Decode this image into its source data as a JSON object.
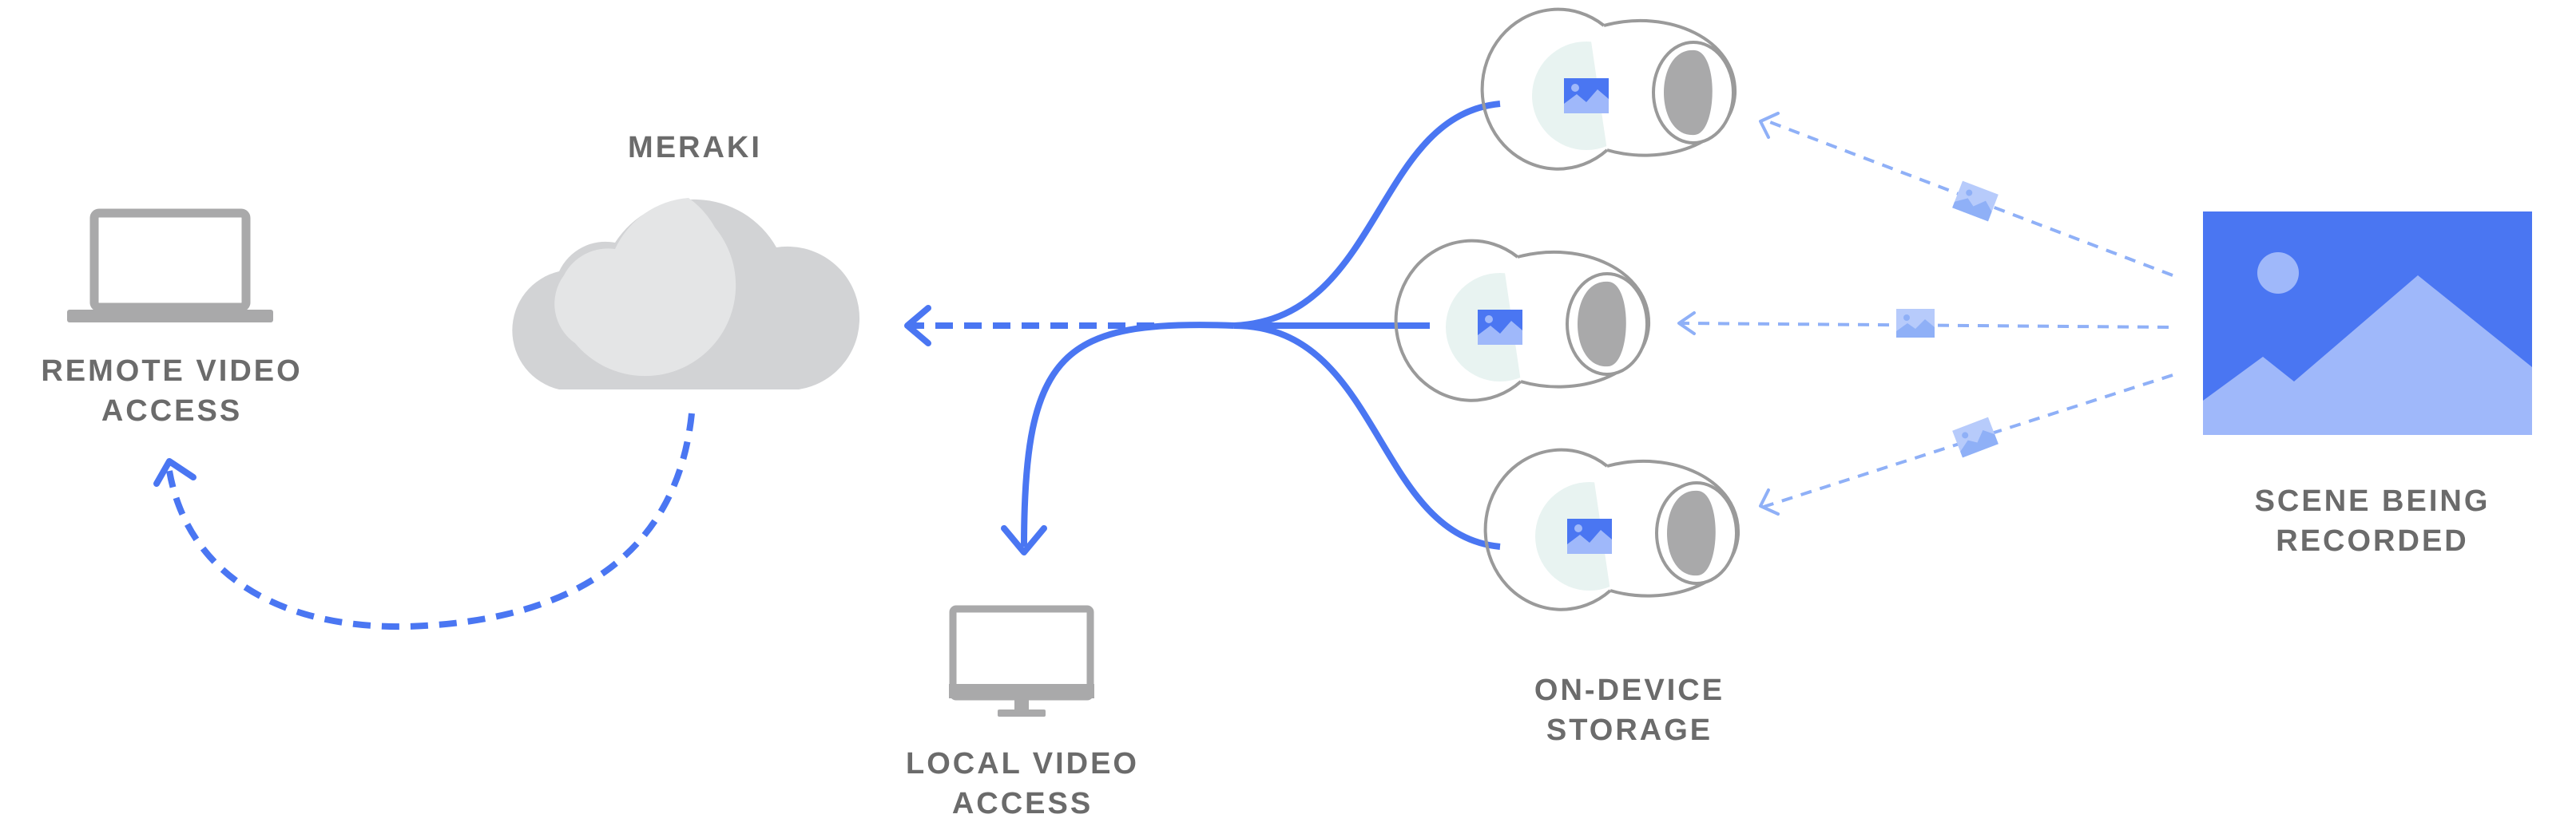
{
  "labels": {
    "meraki": "MERAKI",
    "remote_video_access": [
      "REMOTE VIDEO",
      "ACCESS"
    ],
    "local_video_access": [
      "LOCAL VIDEO",
      "ACCESS"
    ],
    "on_device_storage": [
      "ON-DEVICE",
      "STORAGE"
    ],
    "scene_being_recorded": [
      "SCENE BEING",
      "RECORDED"
    ]
  },
  "colors": {
    "accent_blue": "#4a76f2",
    "light_blue": "#8fb0f7",
    "icon_gray": "#a9a9aa",
    "cloud_gray": "#d2d3d5",
    "cloud_highlight": "#e4e5e6",
    "label_gray": "#6b6b6b",
    "storage_halo": "#e8f3f1"
  },
  "icons": [
    "laptop-icon",
    "cloud-icon",
    "monitor-icon",
    "camera-icon",
    "image-icon",
    "scene-image-icon"
  ]
}
